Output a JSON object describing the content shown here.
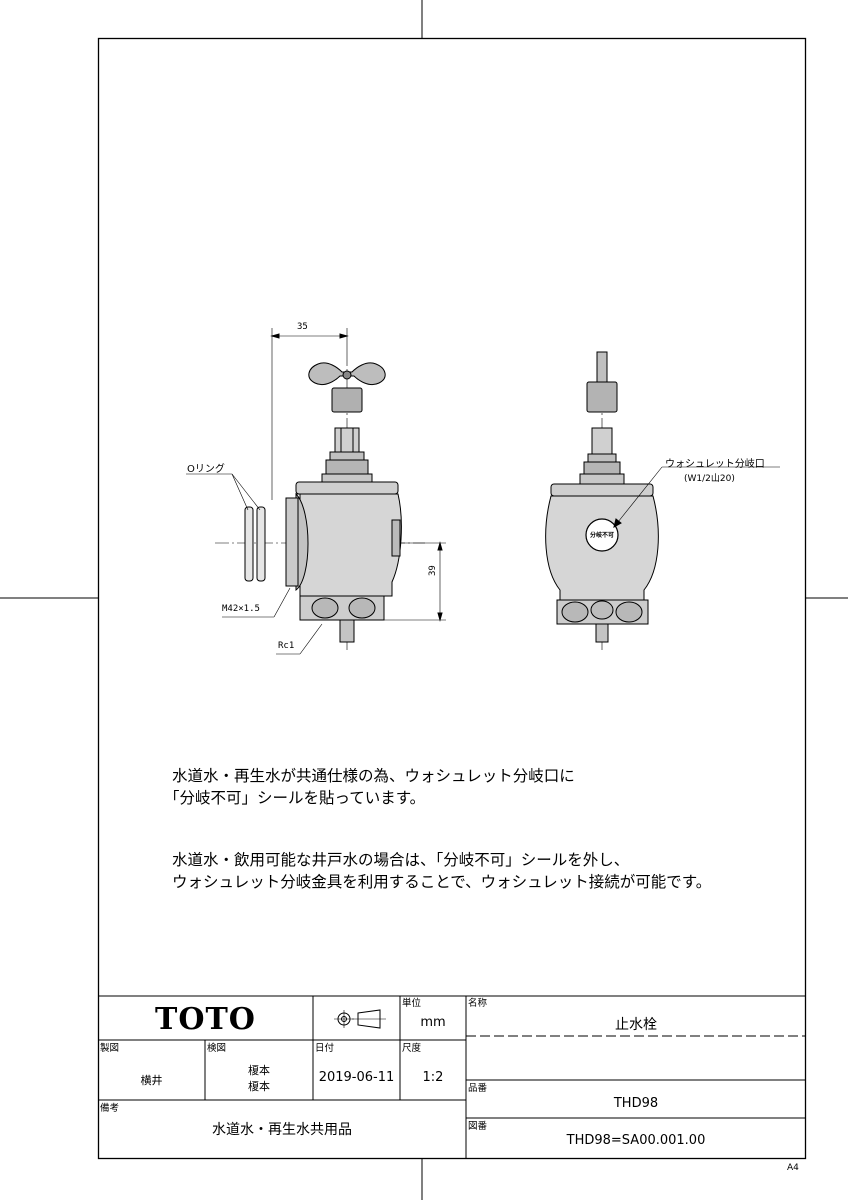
{
  "drawing": {
    "dimensions": {
      "width_top": "35",
      "height_right": "39",
      "thread_size": "M42×1.5",
      "pipe_thread": "Rc1"
    },
    "callouts": {
      "o_ring": "Oリング",
      "washlet_port": "ウォシュレット分岐口",
      "washlet_port_spec": "(W1/2山20)",
      "seal_text": "分岐不可"
    }
  },
  "notes": [
    "水道水・再生水が共通仕様の為、ウォシュレット分岐口に",
    "「分岐不可」シールを貼っています。",
    "水道水・飲用可能な井戸水の場合は、「分岐不可」シールを外し、",
    "ウォシュレット分岐金具を利用することで、ウォシュレット接続が可能です。"
  ],
  "title_block": {
    "logo": "TOTO",
    "unit_label": "単位",
    "unit_value": "mm",
    "name_label": "名称",
    "name_value": "止水栓",
    "drawn_label": "製図",
    "drawn_value": "横井",
    "checked_label": "検図",
    "checked_value_1": "榎本",
    "checked_value_2": "榎本",
    "date_label": "日付",
    "date_value": "2019-06-11",
    "scale_label": "尺度",
    "scale_value": "1:2",
    "part_label": "品番",
    "part_value": "THD98",
    "remarks_label": "備考",
    "remarks_value": "水道水・再生水共用品",
    "drawing_no_label": "図番",
    "drawing_no_value": "THD98=SA00.001.00"
  },
  "sheet_size": "A4"
}
